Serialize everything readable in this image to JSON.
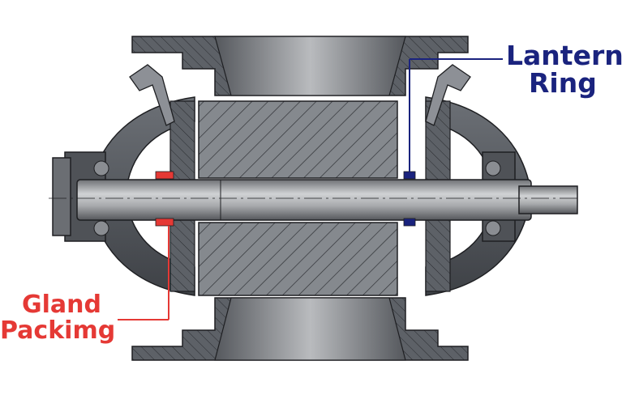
{
  "labels": {
    "lantern_ring": {
      "line1": "Lantern",
      "line2": "Ring",
      "color": "#1a237e"
    },
    "gland_packing": {
      "line1": "Gland",
      "line2": "Packimg",
      "color": "#e53935"
    }
  },
  "colors": {
    "housing": "#5f6369",
    "housing_dark": "#3d4046",
    "steel": "#8a8d92",
    "shaft": "#b5b7ba",
    "rotor_hatch": "#7a7e83",
    "outline": "#1e1f22"
  }
}
